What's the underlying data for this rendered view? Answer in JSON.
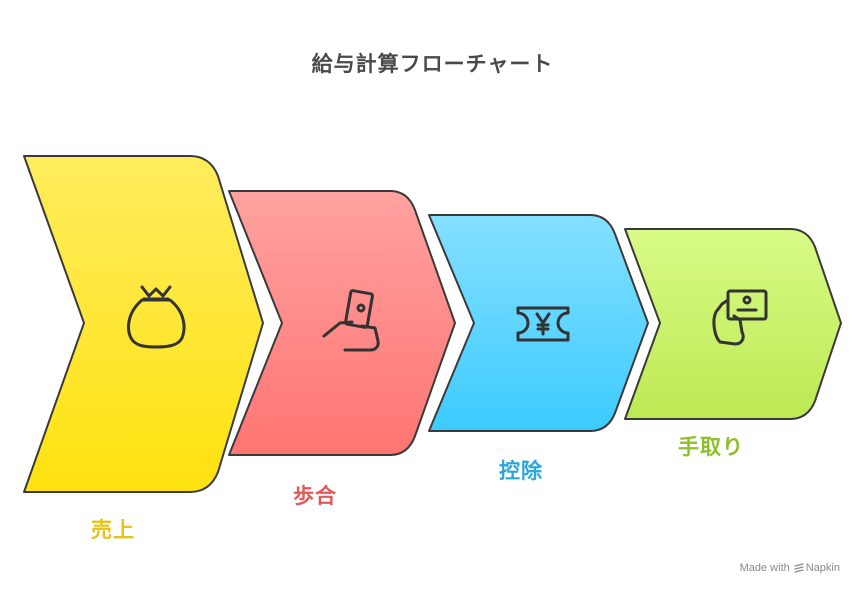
{
  "title": "給与計算フローチャート",
  "steps": [
    {
      "label": "売上",
      "icon": "money-bag-icon",
      "color": "#e3c41a"
    },
    {
      "label": "歩合",
      "icon": "hand-holding-cash-icon",
      "color": "#e05a5a"
    },
    {
      "label": "控除",
      "icon": "yen-ticket-icon",
      "color": "#2aa6dc"
    },
    {
      "label": "手取り",
      "icon": "hand-with-id-card-icon",
      "color": "#8cbf2a"
    }
  ],
  "credit": {
    "text": "Made with",
    "brand": "Napkin"
  }
}
